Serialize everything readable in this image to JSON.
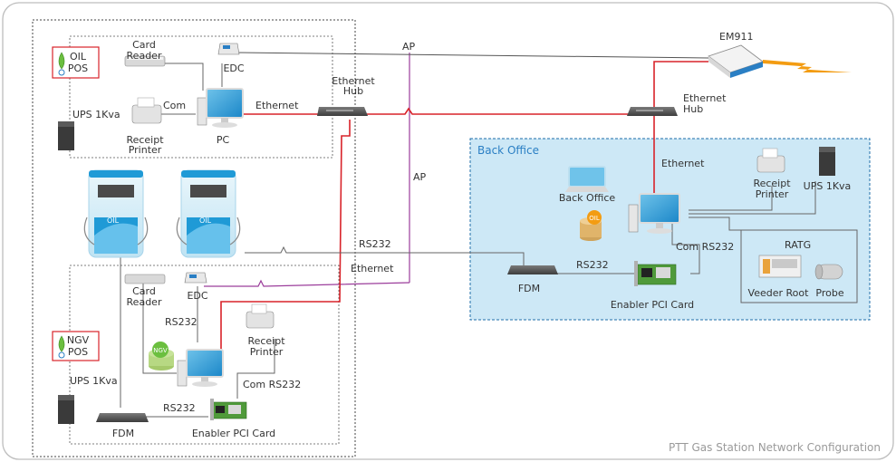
{
  "diagram": {
    "title": "PTT Gas Station Network Configuration",
    "colors": {
      "ethernet": "#d8232a",
      "ap": "#9b3d9b",
      "serial": "#555555",
      "back_office_bg": "#cfe8f7",
      "back_office_border": "#1e6ea8",
      "lightning": "#f39c12"
    },
    "oil_pos": {
      "badge": "OIL\nPOS",
      "badge_line1": "OIL",
      "badge_line2": "POS",
      "card_reader": "Card\nReader",
      "card_reader_l1": "Card",
      "card_reader_l2": "Reader",
      "edc": "EDC",
      "ups": "UPS 1Kva",
      "receipt_printer_l1": "Receipt",
      "receipt_printer_l2": "Printer",
      "pc": "PC",
      "com": "Com",
      "ethernet": "Ethernet"
    },
    "ngv_pos": {
      "badge_line1": "NGV",
      "badge_line2": "POS",
      "card_reader_l1": "Card",
      "card_reader_l2": "Reader",
      "edc": "EDC",
      "rs232_edc": "RS232",
      "receipt_printer_l1": "Receipt",
      "receipt_printer_l2": "Printer",
      "ups": "UPS 1Kva",
      "com_rs232": "Com RS232",
      "rs232_fdm": "RS232",
      "fdm": "FDM",
      "enabler": "Enabler PCI Card",
      "ngv_tag": "NGV"
    },
    "network": {
      "ap_top": "AP",
      "ap_mid": "AP",
      "hub1_l1": "Ethernet",
      "hub1_l2": "Hub",
      "hub2_l1": "Ethernet",
      "hub2_l2": "Hub",
      "em911": "EM911",
      "rs232_pump": "RS232",
      "ethernet_mid": "Ethernet"
    },
    "back_office": {
      "title": "Back Office",
      "back_office_server": "Back Office",
      "ethernet": "Ethernet",
      "receipt_printer_l1": "Receipt",
      "receipt_printer_l2": "Printer",
      "ups": "UPS 1Kva",
      "com_rs232": "Com RS232",
      "rs232": "RS232",
      "fdm": "FDM",
      "enabler": "Enabler PCI Card",
      "ratg": "RATG",
      "veeder_root": "Veeder Root",
      "probe": "Probe",
      "oil_tag": "OIL"
    },
    "pump_tag": "OIL"
  }
}
